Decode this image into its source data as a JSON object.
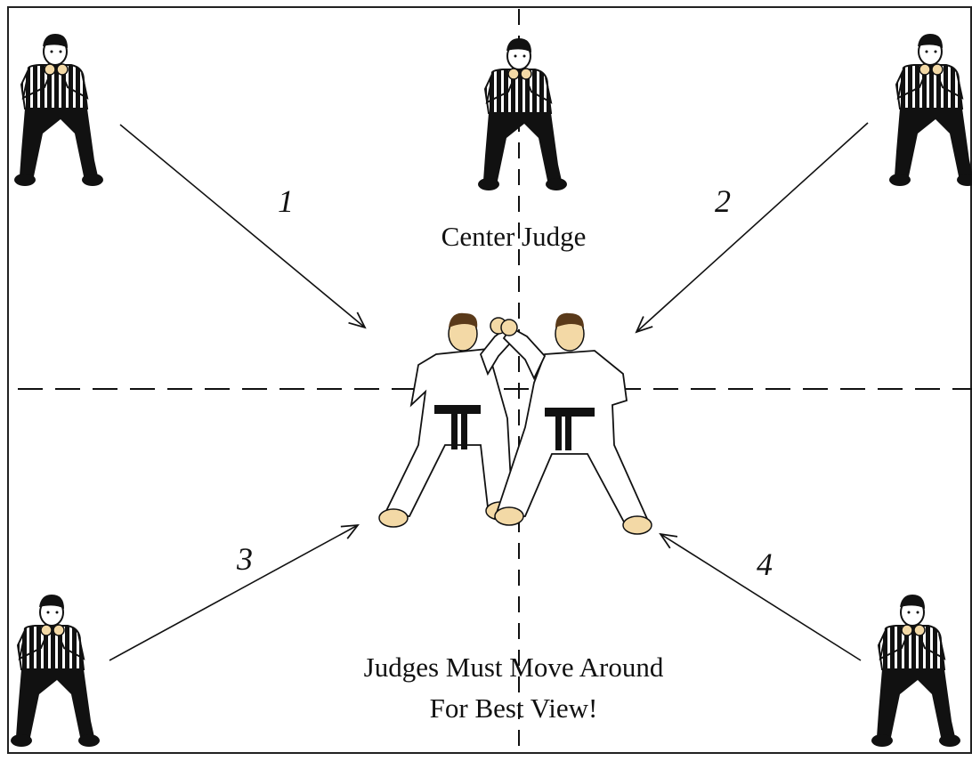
{
  "diagram": {
    "center_label": "Center Judge",
    "caption_line1": "Judges Must Move Around",
    "caption_line2": "For Best View!",
    "numbers": [
      "1",
      "2",
      "3",
      "4"
    ],
    "colors": {
      "line": "#111111",
      "shirt_stripe": "#ffffff",
      "skin": "#f3d9a6",
      "gi": "#ffffff",
      "belt": "#111111",
      "hair": "#5a3a1a"
    }
  }
}
